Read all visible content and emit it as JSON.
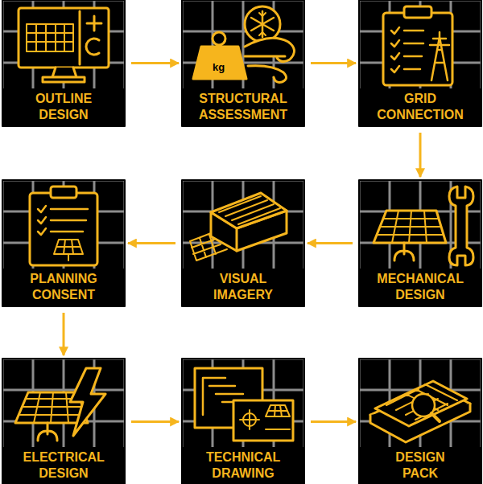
{
  "diagram": {
    "nodes": [
      {
        "text": [
          "OUTLINE DESIGN"
        ]
      },
      {
        "text": [
          "STRUCTURAL ASSESSMENT"
        ]
      },
      {
        "text": [
          "GRID CONNECTION"
        ]
      },
      {
        "text": [
          "PLANNING CONSENT"
        ]
      },
      {
        "text": [
          "VISUAL IMAGERY"
        ]
      },
      {
        "text": [
          "MECHANICAL DESIGN"
        ]
      },
      {
        "text": [
          "ELECTRICAL DESIGN"
        ]
      },
      {
        "text": [
          "TECHNICAL DRAWING"
        ]
      },
      {
        "text": [
          "DESIGN PACK"
        ]
      }
    ],
    "edges": [
      {
        "from": 0,
        "to": 1,
        "arrow": "to"
      },
      {
        "from": 1,
        "to": 2,
        "arrow": "to"
      },
      {
        "from": 2,
        "to": 5,
        "arrow": "to"
      },
      {
        "from": 5,
        "to": 4,
        "arrow": "to"
      },
      {
        "from": 4,
        "to": 3,
        "arrow": "to"
      },
      {
        "from": 3,
        "to": 6,
        "arrow": "to"
      },
      {
        "from": 6,
        "to": 7,
        "arrow": "to"
      },
      {
        "from": 7,
        "to": 8,
        "arrow": "to"
      }
    ],
    "labels": [
      "kg"
    ]
  }
}
